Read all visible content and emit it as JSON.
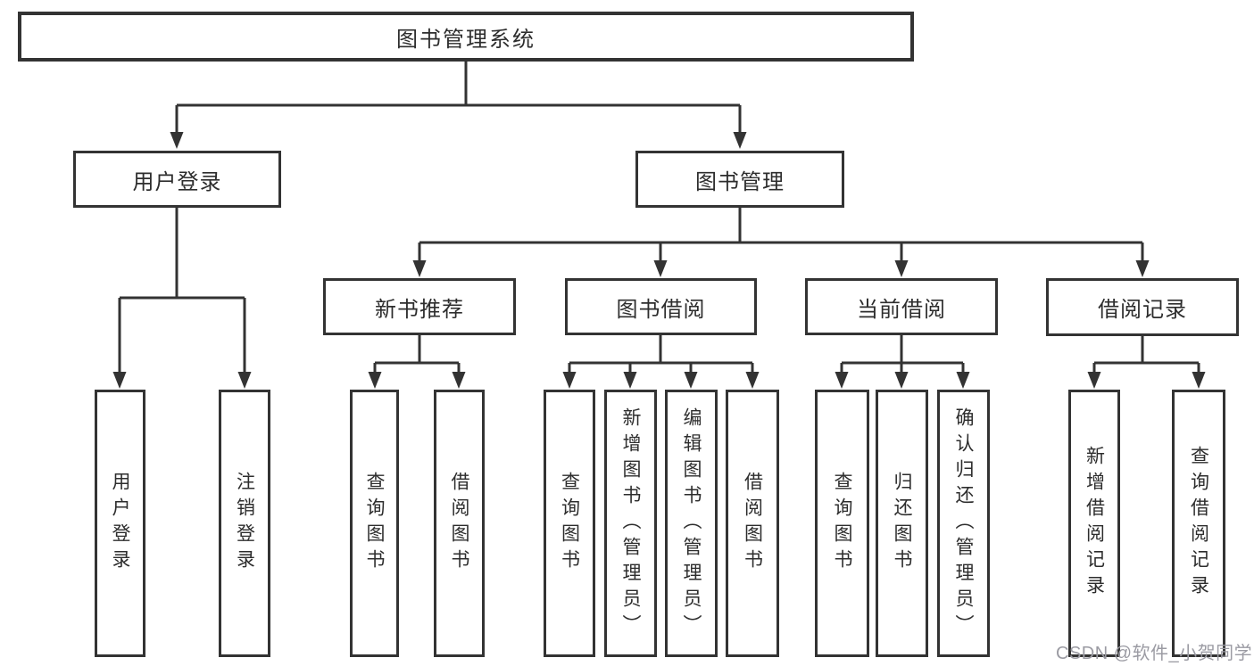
{
  "diagram_title": "图书管理系统",
  "tree": {
    "root": {
      "label": "图书管理系统"
    },
    "branches": [
      {
        "label": "用户登录",
        "leaves": [
          {
            "label": "用户登录"
          },
          {
            "label": "注销登录"
          }
        ]
      },
      {
        "label": "图书管理",
        "groups": [
          {
            "label": "新书推荐",
            "leaves": [
              {
                "label": "查询图书"
              },
              {
                "label": "借阅图书"
              }
            ]
          },
          {
            "label": "图书借阅",
            "leaves": [
              {
                "label": "查询图书"
              },
              {
                "label": "新增图书（管理员）"
              },
              {
                "label": "编辑图书（管理员）"
              },
              {
                "label": "借阅图书"
              }
            ]
          },
          {
            "label": "当前借阅",
            "leaves": [
              {
                "label": "查询图书"
              },
              {
                "label": "归还图书"
              },
              {
                "label": "确认归还（管理员）"
              }
            ]
          },
          {
            "label": "借阅记录",
            "leaves": [
              {
                "label": "新增借阅记录"
              },
              {
                "label": "查询借阅记录"
              }
            ]
          }
        ]
      }
    ]
  },
  "watermark": {
    "text": "CSDN @软件_小贺同学",
    "color": "#9b9ba3"
  },
  "colors": {
    "background": "#ffffff",
    "line": "#333333",
    "box_border": "#333333",
    "text": "#2d2d2d"
  }
}
